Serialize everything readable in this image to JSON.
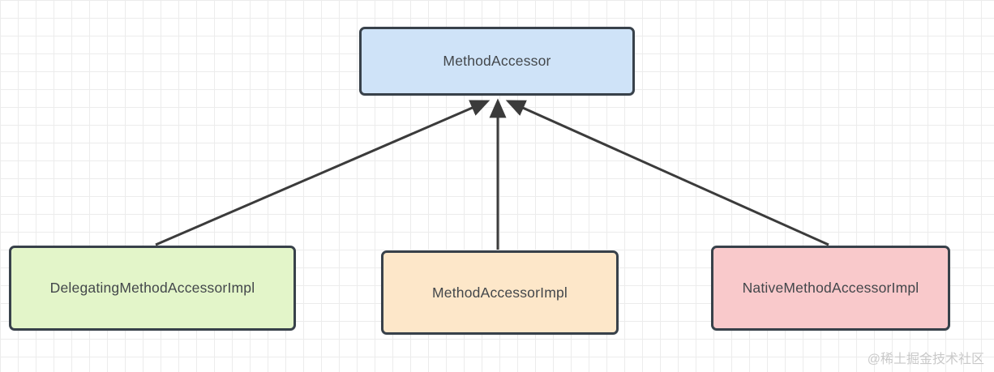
{
  "diagram": {
    "type": "class-hierarchy",
    "nodes": [
      {
        "id": "MethodAccessor",
        "label": "MethodAccessor",
        "fill": "#cfe3f8",
        "role": "interface-parent"
      },
      {
        "id": "DelegatingMethodAccessorImpl",
        "label": "DelegatingMethodAccessorImpl",
        "fill": "#e3f5c9",
        "role": "implementation"
      },
      {
        "id": "MethodAccessorImpl",
        "label": "MethodAccessorImpl",
        "fill": "#fde7c9",
        "role": "implementation"
      },
      {
        "id": "NativeMethodAccessorImpl",
        "label": "NativeMethodAccessorImpl",
        "fill": "#f9c9cb",
        "role": "implementation"
      }
    ],
    "edges": [
      {
        "from": "DelegatingMethodAccessorImpl",
        "to": "MethodAccessor",
        "style": "solid-arrow"
      },
      {
        "from": "MethodAccessorImpl",
        "to": "MethodAccessor",
        "style": "solid-arrow"
      },
      {
        "from": "NativeMethodAccessorImpl",
        "to": "MethodAccessor",
        "style": "solid-arrow"
      }
    ],
    "colors": {
      "node_border": "#38414a",
      "arrow_line": "#3b3b3b",
      "node_text": "#43474b",
      "grid_line": "#ececec",
      "background": "#ffffff",
      "watermark_text": "#c9c9c9"
    },
    "watermark": "@稀土掘金技术社区"
  }
}
